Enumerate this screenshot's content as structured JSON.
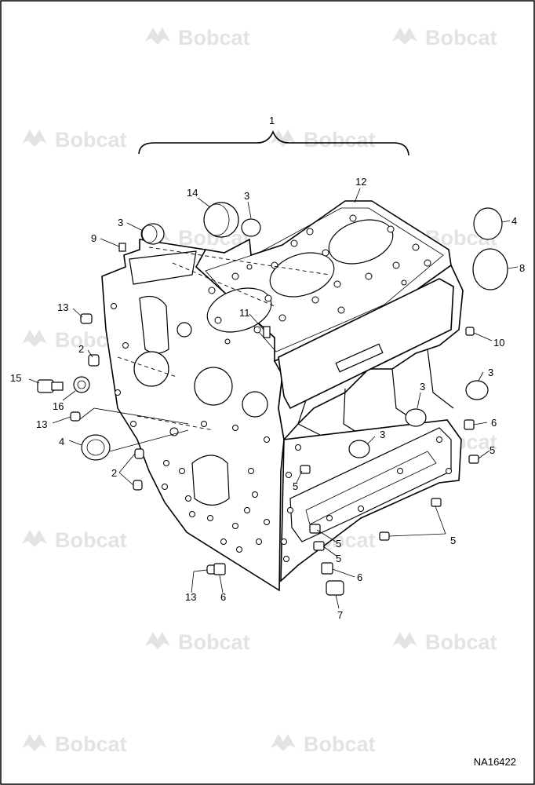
{
  "watermark": {
    "brand": "Bobcat"
  },
  "figure_id": "NA16422",
  "callouts": {
    "c1": "1",
    "c12": "12",
    "c14": "14",
    "c3a": "3",
    "c3b": "3",
    "c4a": "4",
    "c8": "8",
    "c9": "9",
    "c13a": "13",
    "c11": "11",
    "c10": "10",
    "c2a": "2",
    "c3c": "3",
    "c15": "15",
    "c16": "16",
    "c3d": "3",
    "c13b": "13",
    "c6a": "6",
    "c4b": "4",
    "c3e": "3",
    "c5a": "5",
    "c2b": "2",
    "c5b": "5",
    "c5c": "5",
    "c5d": "5",
    "c6b": "6",
    "c13c": "13",
    "c6c": "6",
    "c7": "7"
  },
  "colors": {
    "line": "#000000",
    "watermark": "#e3e3e3",
    "background": "#ffffff"
  }
}
